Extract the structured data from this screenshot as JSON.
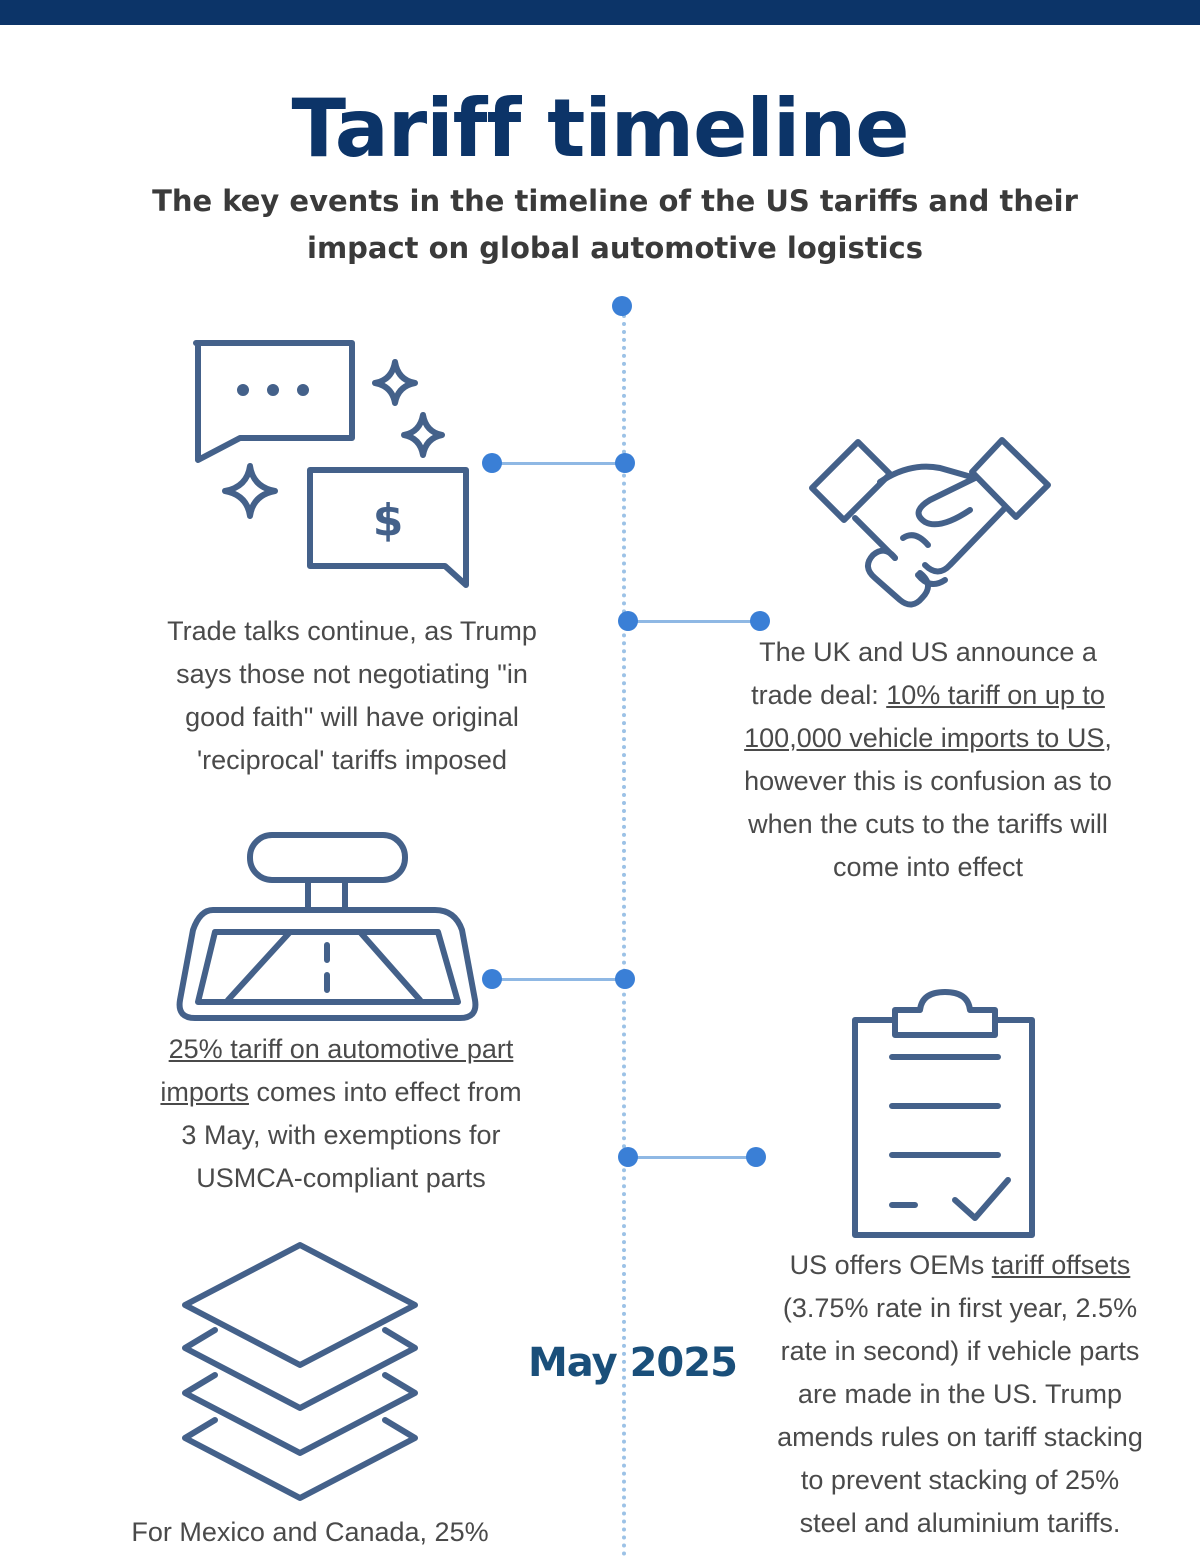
{
  "header": {
    "title": "Tariff timeline",
    "subtitle_lines": [
      "The key events in the timeline of the US tariffs and their",
      "impact on global automotive logistics"
    ]
  },
  "timeline": {
    "date_label": "May 2025",
    "events": [
      {
        "icon": "chat-money-icon",
        "lines": [
          [
            {
              "t": "Trade talks continue, as Trump"
            }
          ],
          [
            {
              "t": "says those not negotiating \"in"
            }
          ],
          [
            {
              "t": "good faith\" will have original"
            }
          ],
          [
            {
              "t": "'reciprocal' tariffs imposed"
            }
          ]
        ]
      },
      {
        "icon": "handshake-icon",
        "lines": [
          [
            {
              "t": "The UK and US announce a"
            }
          ],
          [
            {
              "t": "trade deal: "
            },
            {
              "t": "10% tariff on up to ",
              "u": true
            }
          ],
          [
            {
              "t": "100,000 vehicle imports to US",
              "u": true
            },
            {
              "t": ","
            }
          ],
          [
            {
              "t": "however this is confusion as to"
            }
          ],
          [
            {
              "t": "when the cuts to the tariffs will"
            }
          ],
          [
            {
              "t": "come into effect"
            }
          ]
        ]
      },
      {
        "icon": "rearview-mirror-icon",
        "lines": [
          [
            {
              "t": "25% tariff on automotive part ",
              "u": true
            }
          ],
          [
            {
              "t": "imports",
              "u": true
            },
            {
              "t": " comes into effect from"
            }
          ],
          [
            {
              "t": "3 May, with exemptions for"
            }
          ],
          [
            {
              "t": "USMCA-compliant parts"
            }
          ]
        ]
      },
      {
        "icon": "clipboard-check-icon",
        "lines": [
          [
            {
              "t": "US offers OEMs "
            },
            {
              "t": "tariff offsets",
              "u": true
            }
          ],
          [
            {
              "t": "(3.75% rate in first year, 2.5%"
            }
          ],
          [
            {
              "t": "rate in second) if vehicle parts"
            }
          ],
          [
            {
              "t": "are made in the US. Trump"
            }
          ],
          [
            {
              "t": "amends rules on tariff stacking"
            }
          ],
          [
            {
              "t": "to prevent stacking of 25%"
            }
          ],
          [
            {
              "t": "steel and aluminium tariffs."
            }
          ]
        ]
      },
      {
        "icon": "layers-icon",
        "lines": [
          [
            {
              "t": "For Mexico and Canada, 25%"
            }
          ]
        ]
      }
    ]
  },
  "colors": {
    "navy": "#0c3468",
    "accent": "#3a7fd6",
    "icon": "#44618a"
  }
}
